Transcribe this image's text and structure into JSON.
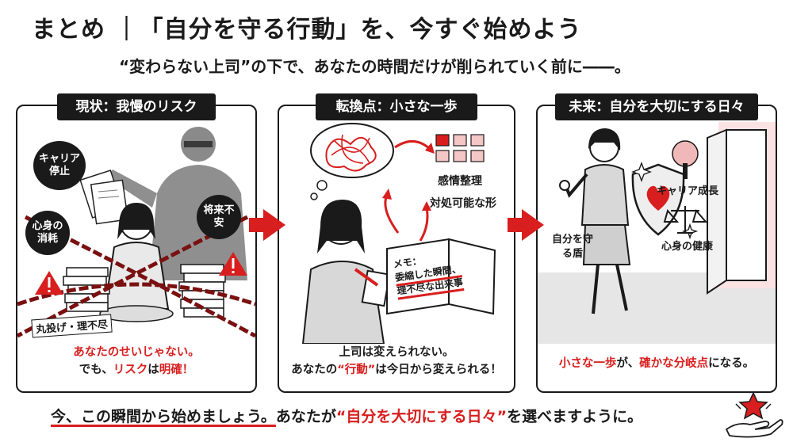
{
  "header": {
    "title": "まとめ ｜「自分を守る行動」を、今すぐ始めよう",
    "subtitle": "“変わらない上司”の下で、あなたの時間だけが削られていく前に――。"
  },
  "panels": [
    {
      "title": "現状：我慢のリスク",
      "bubbles": [
        "キャリア停止",
        "心身の消耗",
        "将来不安"
      ],
      "paper_label": "丸投げ・理不尽",
      "caption_line1": "あなたのせいじゃない。",
      "caption_line2_pre": "でも、",
      "caption_line2_red": "リスク",
      "caption_line2_mid": "は",
      "caption_line2_end": "明確！"
    },
    {
      "title": "転換点：小さな一歩",
      "label_sort": "感情整理",
      "label_shape": "対処可能な形",
      "memo_title": "メモ：",
      "memo_line1": "委縮した瞬間、",
      "memo_line2": "理不尽な出来事",
      "caption_line1": "上司は変えられない。",
      "caption_line2_pre": "あなたの",
      "caption_line2_red": "“行動”",
      "caption_line2_end": "は今日から変えられる！"
    },
    {
      "title": "未来：自分を大切にする日々",
      "label_shield": "自分を守る盾",
      "label_growth": "キャリア成長",
      "label_health": "心身の健康",
      "caption_red1": "小さな一歩",
      "caption_mid": "が、",
      "caption_red2": "確かな分岐点",
      "caption_end": "になる。"
    }
  ],
  "footer": {
    "part1": "今、この瞬間から始めましょう。",
    "part2": "あなたが",
    "part3": "“自分を大切にする日々”",
    "part4": "を選べますように。"
  },
  "colors": {
    "accent": "#d81e1e",
    "ink": "#1a1a1a"
  },
  "icons": [
    "warning-icon",
    "chain-icon",
    "tangled-thoughts-icon",
    "sticky-notes-icon",
    "notebook-icon",
    "shield-heart-icon",
    "tree-icon",
    "balance-scale-icon",
    "door-light-icon",
    "hand-star-icon"
  ]
}
